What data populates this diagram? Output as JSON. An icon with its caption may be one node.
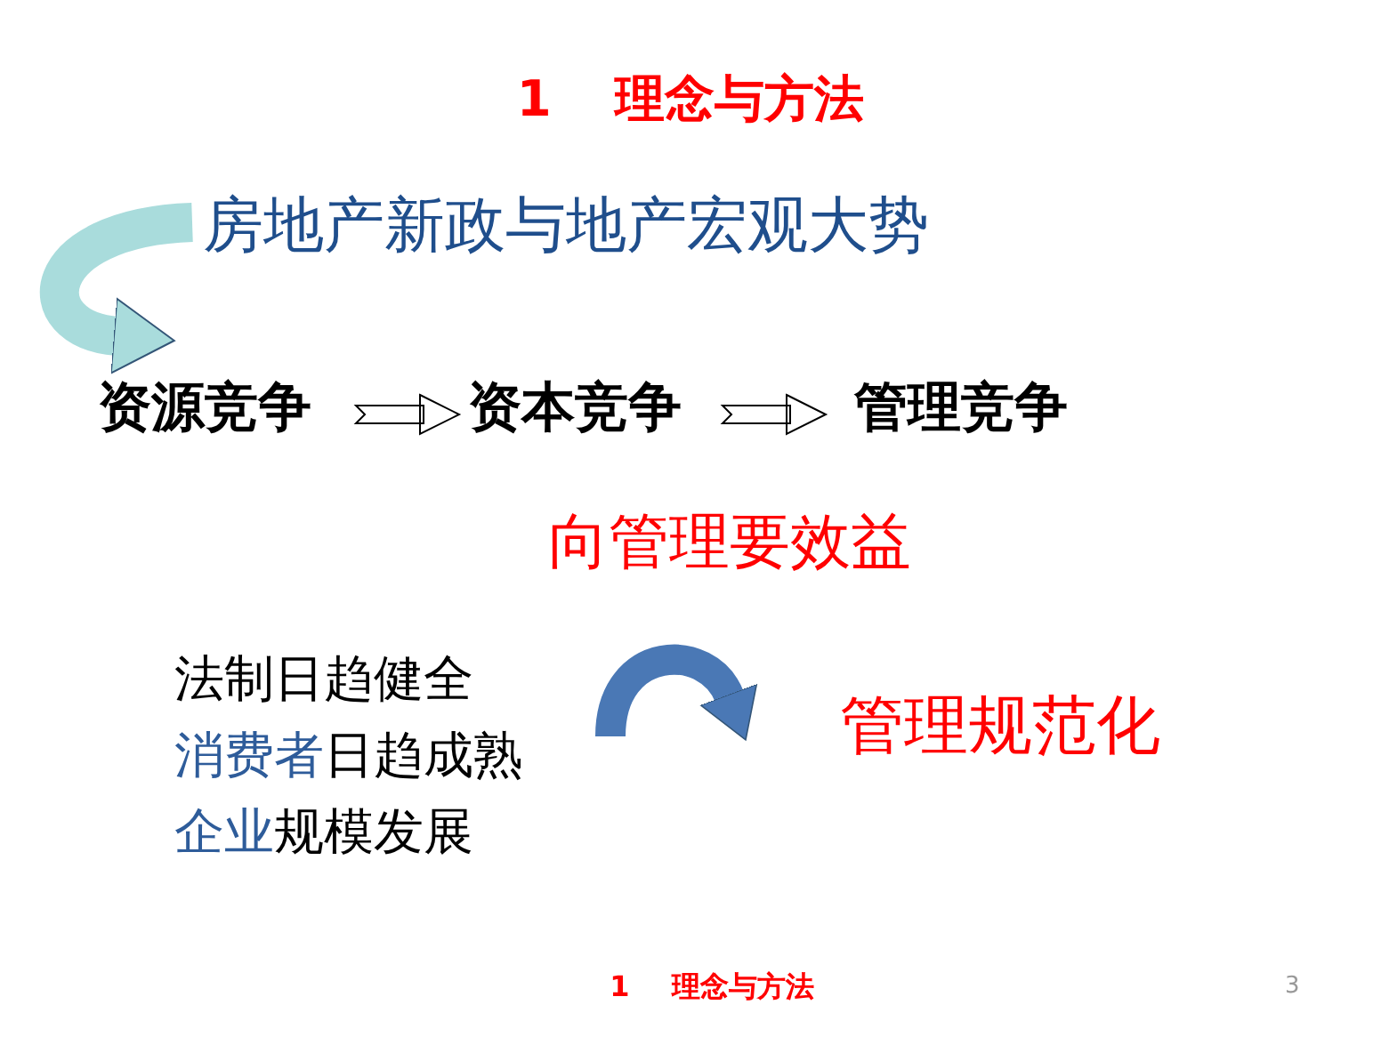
{
  "diagram": {
    "title": "1 理念与方法",
    "nodes": [
      {
        "text": [
          "房地产新政与地产宏观大势"
        ]
      },
      {
        "text": [
          "资源竞争"
        ]
      },
      {
        "text": [
          "资本竞争"
        ]
      },
      {
        "text": [
          "管理竞争"
        ]
      },
      {
        "text": [
          "法制日趋健全",
          "消费者日趋成熟",
          "企业规模发展"
        ]
      },
      {
        "text": [
          "管理规范化"
        ]
      }
    ],
    "edges": [
      {
        "from": 0,
        "to": 1,
        "arrow": "to",
        "color": "#a9dcdc"
      },
      {
        "from": 1,
        "to": 2,
        "arrow": "to"
      },
      {
        "from": 2,
        "to": 3,
        "arrow": "to"
      },
      {
        "from": 4,
        "to": 5,
        "arrow": "to",
        "color": "#4a78b5"
      }
    ],
    "labels": [
      "向管理要效益",
      "1 理念与方法",
      "3"
    ]
  }
}
